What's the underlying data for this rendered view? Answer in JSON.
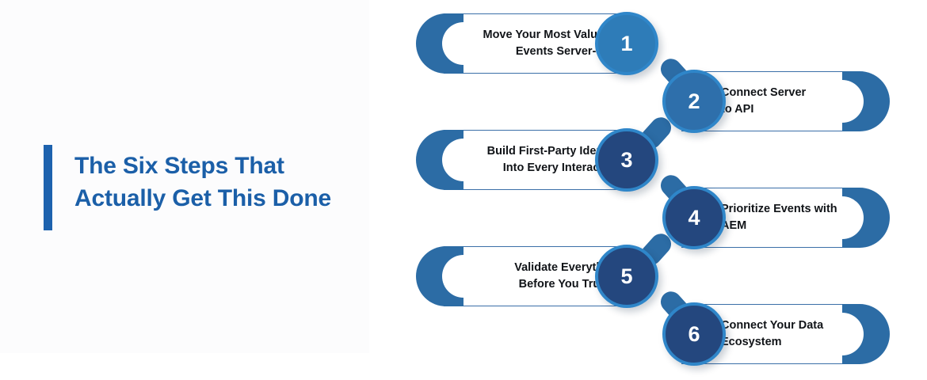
{
  "title": {
    "line1": "The Six Steps That",
    "line2": "Actually Get This Done",
    "full": "The Six Steps That\nActually Get This Done",
    "accent_color": "#1b5fa8",
    "bar_color": "#1d62ae"
  },
  "theme": {
    "cap_blue": "#2c6ca5",
    "circle_light": "#2e7cb8",
    "circle_mid": "#2e6fab",
    "circle_dark": "#24477e",
    "circle_ring": "#2f86c9",
    "pill_border": "#3a6fa8",
    "label_color": "#111418",
    "background": "#ffffff"
  },
  "steps": [
    {
      "number": "1",
      "label": "Move Your Most Valuable\nEvents Server-Side",
      "side": "left",
      "tone": "light"
    },
    {
      "number": "2",
      "label": "Connect Server\nto API",
      "side": "right",
      "tone": "mid"
    },
    {
      "number": "3",
      "label": "Build First-Party Identity\nInto Every Interaction",
      "side": "left",
      "tone": "dark"
    },
    {
      "number": "4",
      "label": "Prioritize Events with\nAEM",
      "side": "right",
      "tone": "dark"
    },
    {
      "number": "5",
      "label": "Validate Everything\nBefore You Trust It",
      "side": "left",
      "tone": "dark"
    },
    {
      "number": "6",
      "label": "Connect Your Data\nEcosystem",
      "side": "right",
      "tone": "dark"
    }
  ]
}
